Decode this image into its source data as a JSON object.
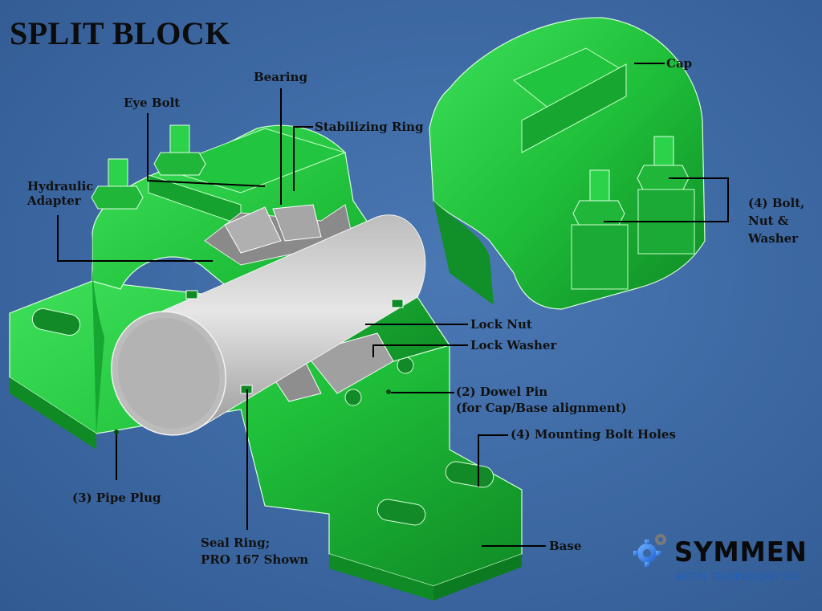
{
  "title": "SPLIT BLOCK",
  "labels": {
    "bearing": "Bearing",
    "eye_bolt": "Eye Bolt",
    "stabilizing_ring": "Stabilizing Ring",
    "hydraulic_adapter_1": "Hydraulic",
    "hydraulic_adapter_2": "Adapter",
    "cap": "Cap",
    "bolt_nut_washer_1": "(4) Bolt,",
    "bolt_nut_washer_2": "Nut &",
    "bolt_nut_washer_3": "Washer",
    "lock_nut": "Lock Nut",
    "lock_washer": "Lock Washer",
    "dowel_pin_1": "(2) Dowel Pin",
    "dowel_pin_2": "(for Cap/Base alignment)",
    "mounting_holes": "(4) Mounting Bolt Holes",
    "pipe_plug": "(3) Pipe Plug",
    "seal_ring_1": "Seal Ring;",
    "seal_ring_2": "PRO 167 Shown",
    "base": "Base"
  },
  "logo": {
    "name": "SYMMEN",
    "subtitle": "METAL TECHNOLOGY CO."
  },
  "colors": {
    "housing_green": "#1fbf3a",
    "shaft_gray": "#c9c9c9",
    "background": "#3d6aa6",
    "brand_blue": "#1b5fc0"
  }
}
